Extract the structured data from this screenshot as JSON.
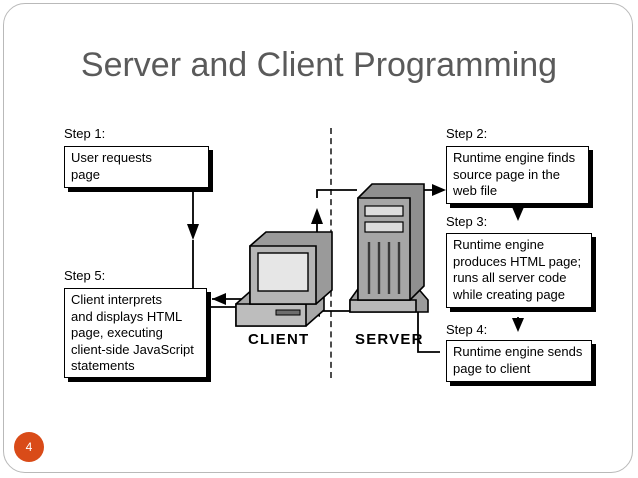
{
  "slide": {
    "title": "Server and Client Programming",
    "page_number": "4",
    "accent_color": "#d94b18",
    "title_color": "#5a5a5a",
    "border_color": "#b9b9b9"
  },
  "diagram": {
    "divider_label": "client-server-boundary",
    "machines": [
      {
        "id": "client",
        "label": "CLIENT",
        "icon": "desktop-computer-icon"
      },
      {
        "id": "server",
        "label": "SERVER",
        "icon": "server-tower-icon"
      }
    ],
    "steps": [
      {
        "id": "step1",
        "label": "Step 1:",
        "text": "User requests\npage",
        "lines": [
          "User requests",
          "page"
        ]
      },
      {
        "id": "step2",
        "label": "Step 2:",
        "text": "Runtime engine finds source page in the web file",
        "lines": [
          "Runtime engine finds",
          "source page in the",
          "web file"
        ]
      },
      {
        "id": "step3",
        "label": "Step 3:",
        "text": "Runtime engine produces HTML page; runs all server code while creating page",
        "lines": [
          "Runtime engine",
          "produces HTML page;",
          "runs all server code",
          "while creating page"
        ]
      },
      {
        "id": "step4",
        "label": "Step 4:",
        "text": "Runtime engine sends page to client",
        "lines": [
          "Runtime engine sends",
          "page to client"
        ]
      },
      {
        "id": "step5",
        "label": "Step 5:",
        "text": "Client interprets and displays HTML page, executing client-side JavaScript statements",
        "lines": [
          "Client interprets",
          "and displays HTML",
          "page, executing",
          "client-side JavaScript",
          "statements"
        ]
      }
    ]
  }
}
